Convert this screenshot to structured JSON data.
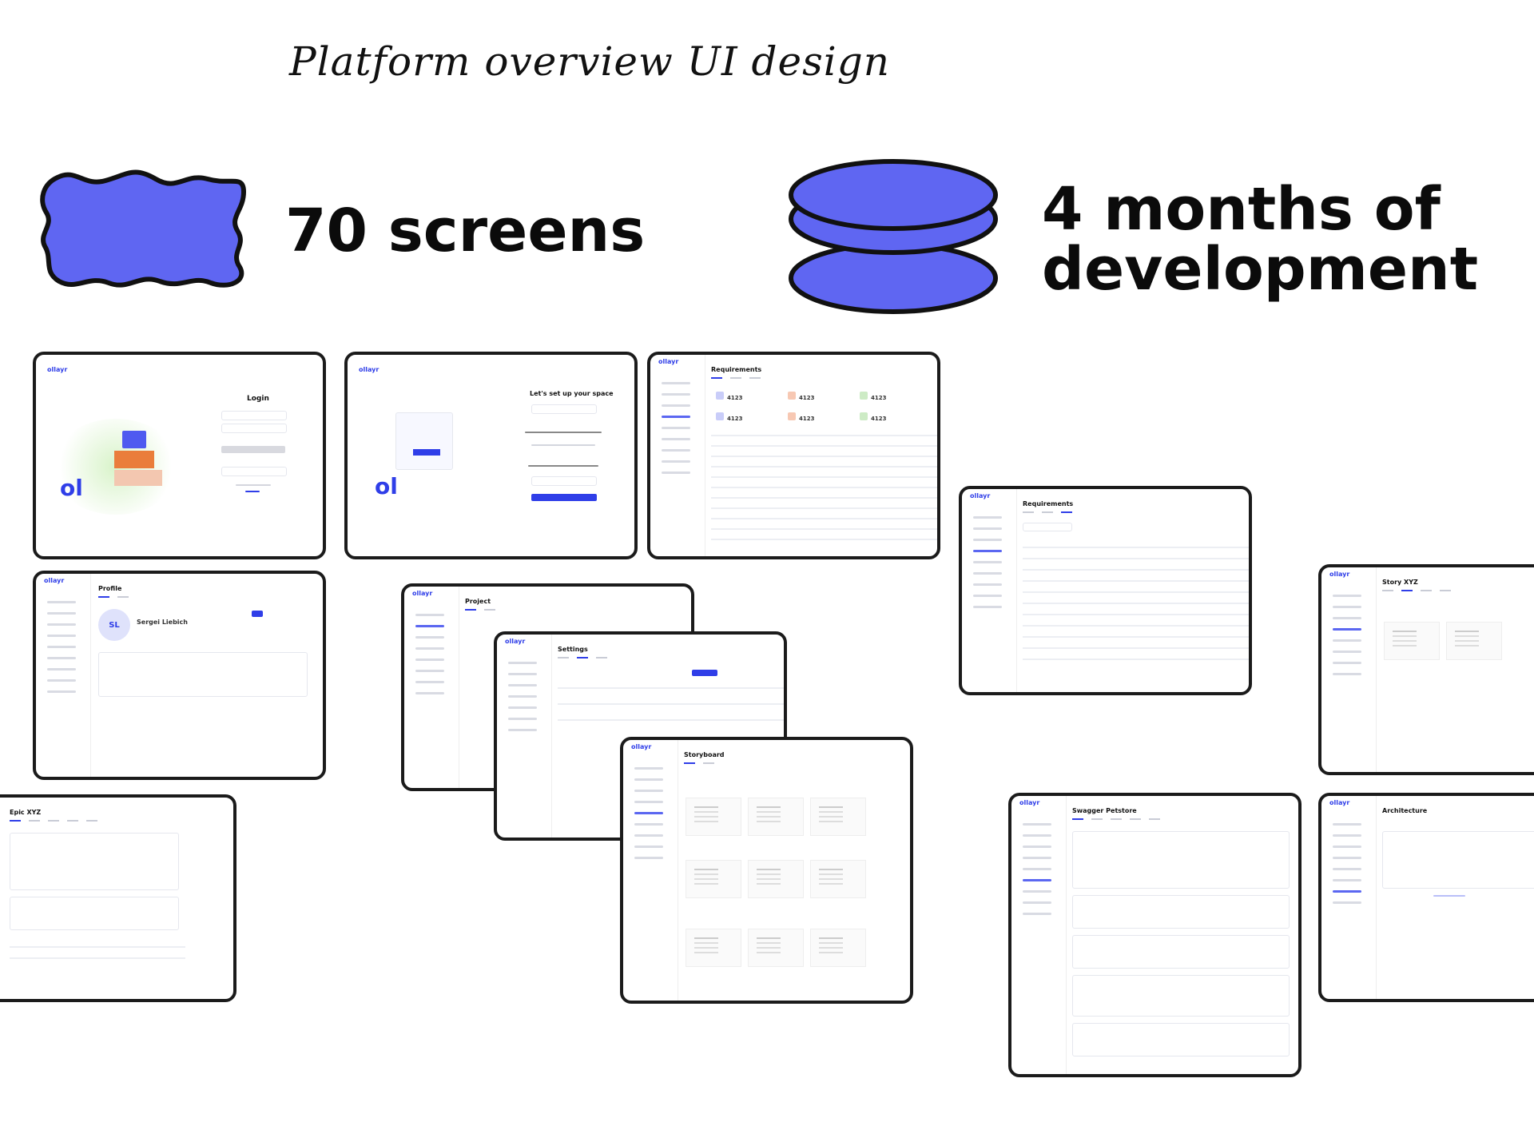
{
  "header": {
    "title": "Platform overview UI design"
  },
  "stats": [
    {
      "label": "70 screens"
    },
    {
      "line1": "4 months of",
      "line2": "development"
    }
  ],
  "colors": {
    "accent": "#5f66f2",
    "outline": "#111111",
    "brand": "#2f3ee8"
  },
  "icons": {
    "blob": "wavy-blob-icon",
    "stack": "stacked-discs-icon"
  },
  "screens": {
    "login": {
      "logo": "ollayr",
      "title": "Login",
      "mark": "ol"
    },
    "setup": {
      "logo": "ollayr",
      "title": "Let's set up your space",
      "mark": "ol"
    },
    "requirements_overview": {
      "logo": "ollayr",
      "title": "Requirements",
      "stat_value": "4123"
    },
    "requirements_stories": {
      "logo": "ollayr",
      "title": "Requirements"
    },
    "profile": {
      "logo": "ollayr",
      "title": "Profile",
      "avatar": "SL",
      "name": "Sergei Liebich"
    },
    "project": {
      "logo": "ollayr",
      "title": "Project"
    },
    "settings": {
      "logo": "ollayr",
      "title": "Settings"
    },
    "storyboard": {
      "logo": "ollayr",
      "title": "Storyboard"
    },
    "story": {
      "logo": "ollayr",
      "title": "Story XYZ"
    },
    "epic": {
      "title": "Epic XYZ"
    },
    "swagger": {
      "logo": "ollayr",
      "title": "Swagger Petstore"
    },
    "architecture": {
      "logo": "ollayr",
      "title": "Architecture"
    }
  }
}
